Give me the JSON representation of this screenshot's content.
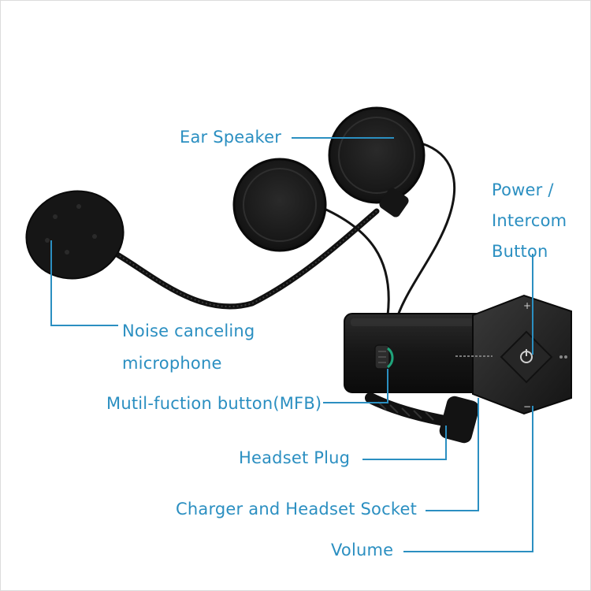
{
  "labels": {
    "ear_speaker": "Ear Speaker",
    "power_line1": "Power /",
    "power_line2": "Intercom",
    "power_line3": "Button",
    "noise_line1": "Noise canceling",
    "noise_line2": "microphone",
    "mfb": "Mutil-fuction button(MFB)",
    "headset_plug": "Headset Plug",
    "charger_socket": "Charger and Headset Socket",
    "volume": "Volume"
  },
  "colors": {
    "label_text": "#2b8fc1",
    "leader_line": "#2b8fc1",
    "device_body": "#1a1a1a",
    "mfb_led": "#1fa37a",
    "background": "#ffffff"
  },
  "icons": {
    "power_button": "power-icon"
  }
}
